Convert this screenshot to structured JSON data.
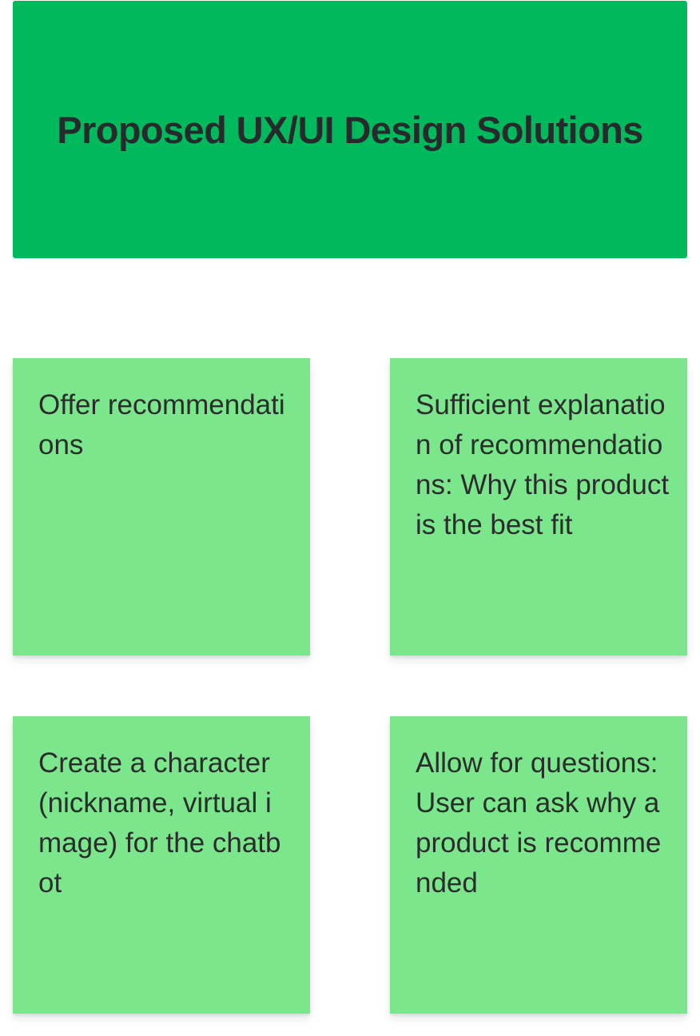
{
  "header": {
    "title": "Proposed UX/UI Design Solutions",
    "color": "#00b95c"
  },
  "notes": [
    {
      "text": "Offer recommendations",
      "color": "#7ce68c"
    },
    {
      "text": "Sufficient explanation of recommendations: Why this product is the best fit",
      "color": "#7ce68c"
    },
    {
      "text": "Create a character (nickname, virtual image) for the chatbot",
      "color": "#7ce68c"
    },
    {
      "text": "Allow for questions: User can ask why a product is recommended",
      "color": "#7ce68c"
    }
  ]
}
